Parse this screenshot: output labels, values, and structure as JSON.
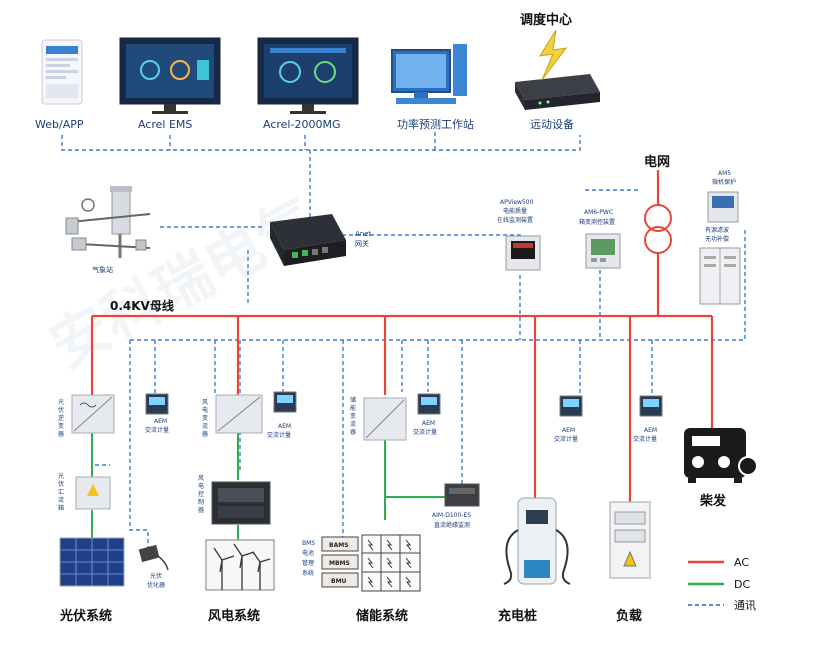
{
  "top_devices": {
    "web_app": "Web/APP",
    "acrel_ems": "Acrel EMS",
    "acrel_2000mg": "Acrel-2000MG",
    "power_forecast": "功率预测工作站",
    "telecontrol": "远动设备",
    "dispatch_center": "调度中心"
  },
  "gateway": {
    "name": "Anet",
    "sub": "网关"
  },
  "weather": "气象站",
  "grid": "电网",
  "bus": "0.4KV母线",
  "apview": {
    "line1": "APView500",
    "line2": "电能质量",
    "line3": "在线监测装置"
  },
  "am6": {
    "line1": "AM6-PWC",
    "line2": "箱变测控装置"
  },
  "am5": {
    "line1": "AM5",
    "line2": "微机保护"
  },
  "filter": {
    "line1": "有源滤波",
    "line2": "无功补偿"
  },
  "aem_label": "AEM",
  "aem_sub": "交流计量",
  "pv": {
    "inverter": [
      "光",
      "伏",
      "逆",
      "变",
      "器"
    ],
    "combiner": [
      "光",
      "伏",
      "汇",
      "流",
      "箱"
    ],
    "optimizer_1": "光伏",
    "optimizer_2": "优化器",
    "system": "光伏系统"
  },
  "wind": {
    "converter": [
      "风",
      "电",
      "变",
      "流",
      "器"
    ],
    "controller": [
      "风",
      "电",
      "控",
      "制",
      "器"
    ],
    "system": "风电系统"
  },
  "storage": {
    "converter": [
      "储",
      "能",
      "变",
      "流",
      "器"
    ],
    "bms_label": [
      "BMS",
      "电池",
      "管理",
      "系统"
    ],
    "bams": "BAMS",
    "mbms": "MBMS",
    "bmu": "BMU",
    "insulation_1": "AIM-D100-ES",
    "insulation_2": "直流绝缘监测",
    "system": "储能系统"
  },
  "charging": "充电桩",
  "load": "负载",
  "diesel": "柴发",
  "legend": {
    "ac": "AC",
    "dc": "DC",
    "comm": "通讯"
  },
  "colors": {
    "ac": "#e8453c",
    "dc": "#2fae4e",
    "comm": "#3a7fd0"
  }
}
